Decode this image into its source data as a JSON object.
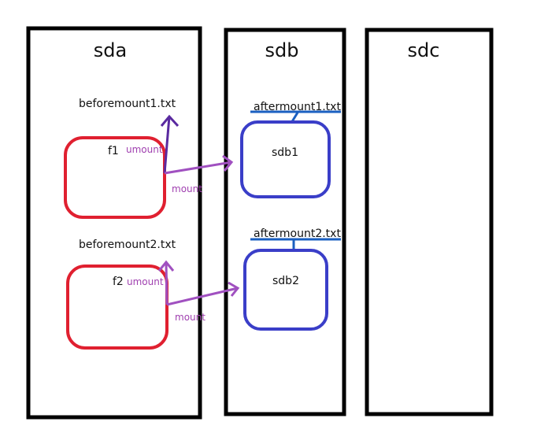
{
  "disks": [
    {
      "id": "sda",
      "label": "sda"
    },
    {
      "id": "sdb",
      "label": "sdb"
    },
    {
      "id": "sdc",
      "label": "sdc"
    }
  ],
  "files": {
    "before1": "beforemount1.txt",
    "before2": "beforemount2.txt",
    "after1": "aftermount1.txt",
    "after2": "aftermount2.txt"
  },
  "folders": {
    "f1": "f1",
    "f2": "f2",
    "sdb1": "sdb1",
    "sdb2": "sdb2"
  },
  "operations": {
    "umount1": "umount",
    "mount1": "mount",
    "umount2": "umount",
    "mount2": "mount"
  },
  "colors": {
    "disk_border": "#000000",
    "sda_folder": "#e02030",
    "sdb_folder": "#3a3ec8",
    "file_line": "#1a5fc0",
    "arrow_purple": "#a050c0",
    "arrow_dark": "#5a2aa0"
  }
}
